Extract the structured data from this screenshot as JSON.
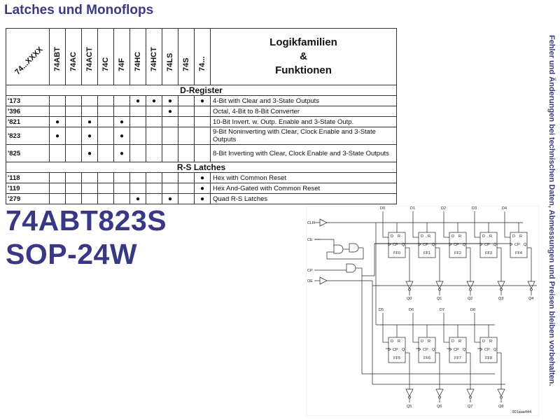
{
  "title": "Latches und Monoflops",
  "side_note": "Fehler und Änderungen bei technischen Daten, Abmessungen und Preisen bleiben vorbehalten.",
  "part_number": "74ABT823S",
  "package": "SOP-24W",
  "table": {
    "corner_label": "74...XXXX",
    "families": [
      "74ABT",
      "74AC",
      "74ACT",
      "74C",
      "74F",
      "74HC",
      "74HCT",
      "74LS",
      "74S",
      "74..."
    ],
    "func_header": [
      "Logikfamilien",
      "&",
      "Funktionen"
    ],
    "sections": [
      {
        "name": "D-Register",
        "rows": [
          {
            "pn": "'173",
            "dots": [
              0,
              0,
              0,
              0,
              0,
              1,
              1,
              1,
              0,
              1
            ],
            "func": "4-Bit with Clear and 3-State Outputs"
          },
          {
            "pn": "'396",
            "dots": [
              0,
              0,
              0,
              0,
              0,
              0,
              0,
              1,
              0,
              0
            ],
            "func": "Octal, 4-Bit to 8-Bit Converter"
          },
          {
            "pn": "'821",
            "dots": [
              1,
              0,
              1,
              0,
              1,
              0,
              0,
              0,
              0,
              0
            ],
            "func": "10-Bit Invert. w. Outp. Enable and 3-State Outp."
          },
          {
            "pn": "'823",
            "dots": [
              1,
              0,
              1,
              0,
              1,
              0,
              0,
              0,
              0,
              0
            ],
            "func": "9-Bit Noninverting with Clear, Clock Enable and 3-State Outputs"
          },
          {
            "pn": "'825",
            "dots": [
              0,
              0,
              1,
              0,
              1,
              0,
              0,
              0,
              0,
              0
            ],
            "func": "8-Bit Inverting with Clear, Clock Enable and 3-State Outputs"
          }
        ]
      },
      {
        "name": "R-S Latches",
        "rows": [
          {
            "pn": "'118",
            "dots": [
              0,
              0,
              0,
              0,
              0,
              0,
              0,
              0,
              0,
              1
            ],
            "func": "Hex with Common Reset"
          },
          {
            "pn": "'119",
            "dots": [
              0,
              0,
              0,
              0,
              0,
              0,
              0,
              0,
              0,
              1
            ],
            "func": "Hex And-Gated with Common Reset"
          },
          {
            "pn": "'279",
            "dots": [
              0,
              0,
              0,
              0,
              0,
              1,
              0,
              1,
              0,
              1
            ],
            "func": "Quad R-S Latches"
          }
        ]
      }
    ],
    "dot_glyph": "●"
  },
  "schematic": {
    "inputs": [
      "CLR",
      "CE",
      "CP",
      "OE"
    ],
    "data_top": [
      "D0",
      "D1",
      "D2",
      "D3",
      "D4"
    ],
    "data_bottom": [
      "D5",
      "D6",
      "D7",
      "D8"
    ],
    "ff_top": [
      "FF0",
      "FF1",
      "FF2",
      "FF3",
      "FF4"
    ],
    "ff_bottom": [
      "FF5",
      "FF6",
      "FF7",
      "FF8"
    ],
    "q_top": [
      "Q0",
      "Q1",
      "Q2",
      "Q3",
      "Q4"
    ],
    "q_bottom": [
      "Q5",
      "Q6",
      "Q7",
      "Q8"
    ],
    "pin_r": "R",
    "pin_d": "D",
    "pin_cp": "CP",
    "pin_q": "Q",
    "footnote": "001aaa444"
  }
}
